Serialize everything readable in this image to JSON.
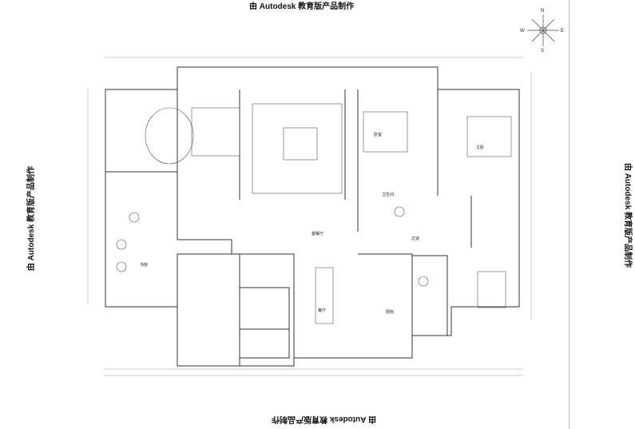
{
  "watermark": "由 Autodesk 教育版产品制作",
  "compass": {
    "n": "N",
    "s": "S",
    "e": "E",
    "w": "W"
  },
  "rooms": [
    "客餐厅",
    "过道",
    "书房",
    "餐厅",
    "厨房",
    "卧室",
    "主卧",
    "卫生间"
  ]
}
